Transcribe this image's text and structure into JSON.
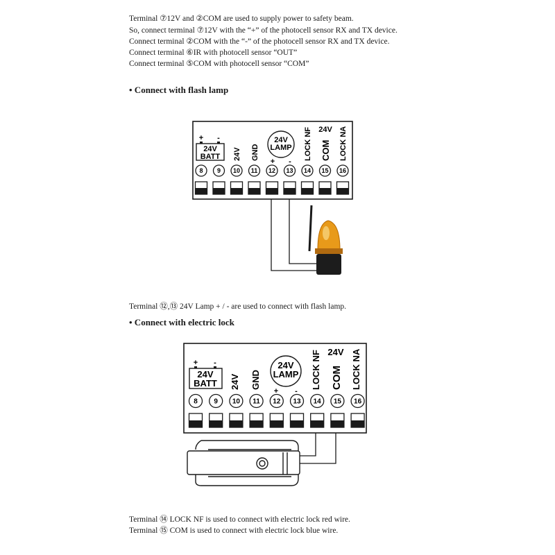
{
  "intro": {
    "lines": [
      "Terminal ⑦12V and ②COM are used to supply power to safety beam.",
      "So, connect terminal ⑦12V with the “+” of the photocell sensor RX and TX device.",
      "Connect terminal ②COM with the “-” of the photocell sensor RX and TX device.",
      "Connect terminal ⑥IR with photocell sensor “OUT”",
      "Connect terminal ⑤COM with photocell sensor “COM”"
    ]
  },
  "section_flash": {
    "heading": "• Connect with flash lamp",
    "caption": "Terminal ⑫,⑬ 24V Lamp + / - are used to connect with flash lamp."
  },
  "section_lock": {
    "heading": "• Connect with electric lock",
    "captions": [
      "Terminal ⑭ LOCK NF is used to connect with electric lock red wire.",
      "Terminal ⑮ COM is used to connect with electric lock blue wire."
    ]
  },
  "board": {
    "batt_plus": "+",
    "batt_minus": "-",
    "batt_line1": "24V",
    "batt_line2": "BATT",
    "v24": "24V",
    "gnd": "GND",
    "lamp_line1": "24V",
    "lamp_line2": "LAMP",
    "lamp_plus": "+",
    "lamp_minus": "-",
    "lock_nf": "LOCK NF",
    "com_top": "24V",
    "com": "COM",
    "lock_na": "LOCK NA",
    "terminals": [
      "8",
      "9",
      "10",
      "11",
      "12",
      "13",
      "14",
      "15",
      "16"
    ]
  },
  "colors": {
    "lamp_amber": "#e89a1a",
    "lamp_base": "#1c1c1c",
    "line": "#1a1a1a"
  }
}
